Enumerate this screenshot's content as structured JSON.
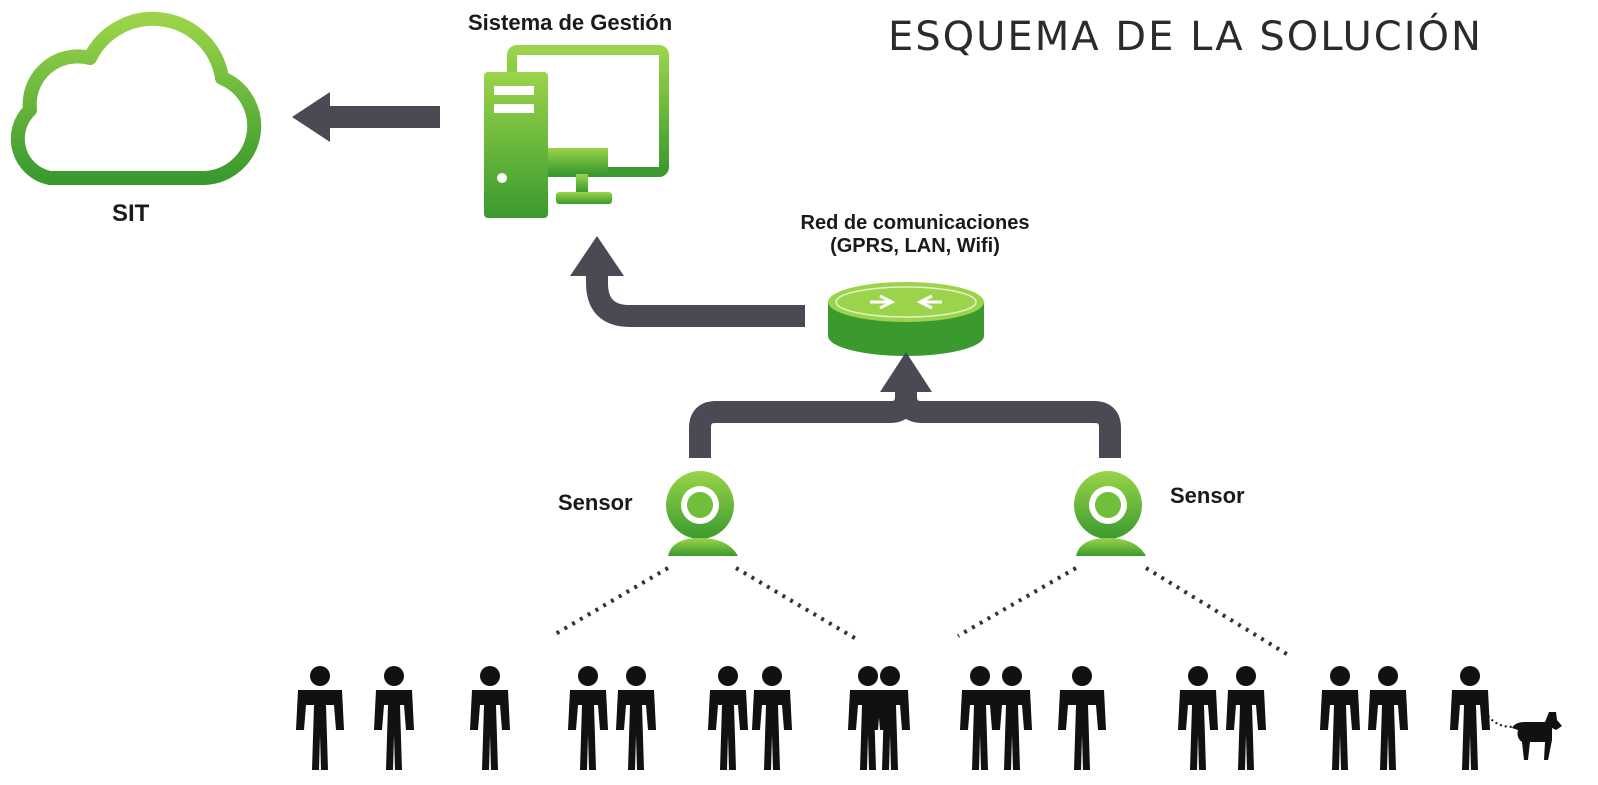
{
  "title": "ESQUEMA DE LA SOLUCIÓN",
  "nodes": {
    "management": "Sistema de Gestión",
    "cloud": "SIT",
    "network_line1": "Red de comunicaciones",
    "network_line2": "(GPRS, LAN, Wifi)",
    "sensor_left": "Sensor",
    "sensor_right": "Sensor"
  },
  "icons": [
    "cloud-icon",
    "computer-icon",
    "router-icon",
    "camera-sensor-icon",
    "people-icon",
    "dog-icon"
  ],
  "colors": {
    "green_light": "#8dc63f",
    "green_dark": "#3d9a2f",
    "arrow_gray": "#4a4a55",
    "people": "#111111"
  }
}
